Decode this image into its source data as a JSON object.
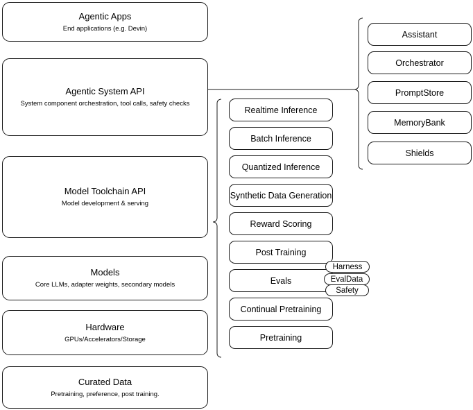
{
  "diagram": {
    "title": "AI Stack Layers Architecture Diagram",
    "stroke_color": "#1a1a1a",
    "background_color": "#ffffff"
  },
  "layers": [
    {
      "name": "agentic-apps",
      "title": "Agentic Apps",
      "subtitle": "End applications (e.g. Devin)"
    },
    {
      "name": "agentic-system-api",
      "title": "Agentic System API",
      "subtitle": "System component orchestration, tool calls, safety checks"
    },
    {
      "name": "model-toolchain-api",
      "title": "Model Toolchain API",
      "subtitle": "Model development & serving"
    },
    {
      "name": "models",
      "title": "Models",
      "subtitle": "Core LLMs, adapter weights, secondary models"
    },
    {
      "name": "hardware",
      "title": "Hardware",
      "subtitle": "GPUs/Accelerators/Storage"
    },
    {
      "name": "curated-data",
      "title": "Curated Data",
      "subtitle": "Pretraining, preference, post training."
    }
  ],
  "toolchain_components": [
    {
      "name": "realtime-inference",
      "label": "Realtime Inference"
    },
    {
      "name": "batch-inference",
      "label": "Batch Inference"
    },
    {
      "name": "quantized-inference",
      "label": "Quantized Inference"
    },
    {
      "name": "synthetic-data-generation",
      "label": "Synthetic Data Generation"
    },
    {
      "name": "reward-scoring",
      "label": "Reward Scoring"
    },
    {
      "name": "post-training",
      "label": "Post Training"
    },
    {
      "name": "evals",
      "label": "Evals"
    },
    {
      "name": "continual-pretraining",
      "label": "Continual Pretraining"
    },
    {
      "name": "pretraining",
      "label": "Pretraining"
    }
  ],
  "evals_subcomponents": [
    {
      "name": "harness",
      "label": "Harness"
    },
    {
      "name": "evaldata",
      "label": "EvalData"
    },
    {
      "name": "safety",
      "label": "Safety"
    }
  ],
  "system_components": [
    {
      "name": "assistant",
      "label": "Assistant"
    },
    {
      "name": "orchestrator",
      "label": "Orchestrator"
    },
    {
      "name": "promptstore",
      "label": "PromptStore"
    },
    {
      "name": "memorybank",
      "label": "MemoryBank"
    },
    {
      "name": "shields",
      "label": "Shields"
    }
  ]
}
